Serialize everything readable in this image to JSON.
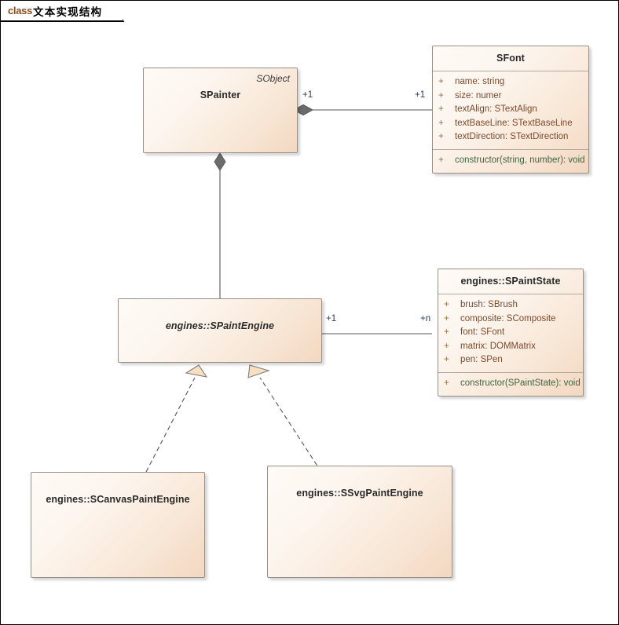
{
  "frame": {
    "label_prefix": "class",
    "label_text": "文本实现结构"
  },
  "colors": {
    "box_fill_light": "#fefaf6",
    "box_fill_dark": "#f2d8c0",
    "box_border": "#9a8f86",
    "attribute_text": "#7d4a2e",
    "operation_text": "#3f6340",
    "visibility_text": "#9b6b3d",
    "connector_line": "#555555",
    "triangle_fill": "#f7dfc0",
    "multiplicity_text": "#2b3a55",
    "tab_prefix_text": "#8a4b1e"
  },
  "classes": {
    "spainter": {
      "name": "SPainter",
      "stereotype": "SObject",
      "abstract": false
    },
    "sfont": {
      "name": "SFont",
      "abstract": false,
      "attributes": [
        {
          "visibility": "+",
          "text": "name: string"
        },
        {
          "visibility": "+",
          "text": "size: numer"
        },
        {
          "visibility": "+",
          "text": "textAlign: STextAlign"
        },
        {
          "visibility": "+",
          "text": "textBaseLine: STextBaseLine"
        },
        {
          "visibility": "+",
          "text": "textDirection: STextDirection"
        }
      ],
      "operations": [
        {
          "visibility": "+",
          "text": "constructor(string, number): void"
        }
      ]
    },
    "spaintengine": {
      "name": "engines::SPaintEngine",
      "abstract": true
    },
    "spaintstate": {
      "name": "engines::SPaintState",
      "abstract": false,
      "attributes": [
        {
          "visibility": "+",
          "text": "brush: SBrush"
        },
        {
          "visibility": "+",
          "text": "composite: SComposite"
        },
        {
          "visibility": "+",
          "text": "font: SFont"
        },
        {
          "visibility": "+",
          "text": "matrix: DOMMatrix"
        },
        {
          "visibility": "+",
          "text": "pen: SPen"
        }
      ],
      "operations": [
        {
          "visibility": "+",
          "text": "constructor(SPaintState): void"
        }
      ]
    },
    "scanvaspaintengine": {
      "name": "engines::SCanvasPaintEngine",
      "abstract": false
    },
    "ssvgpaintengine": {
      "name": "engines::SSvgPaintEngine",
      "abstract": false
    }
  },
  "relationships": [
    {
      "kind": "composition",
      "from": "spainter",
      "to": "sfont",
      "source_multiplicity": "+1",
      "target_multiplicity": "+1"
    },
    {
      "kind": "composition",
      "from": "spainter",
      "to": "spaintengine",
      "source_multiplicity": "",
      "target_multiplicity": ""
    },
    {
      "kind": "association",
      "from": "spaintengine",
      "to": "spaintstate",
      "source_multiplicity": "+1",
      "target_multiplicity": "+n"
    },
    {
      "kind": "realization",
      "from": "scanvaspaintengine",
      "to": "spaintengine",
      "source_multiplicity": "",
      "target_multiplicity": ""
    },
    {
      "kind": "realization",
      "from": "ssvgpaintengine",
      "to": "spaintengine",
      "source_multiplicity": "",
      "target_multiplicity": ""
    }
  ],
  "multiplicity_labels": {
    "painter_font_source": "+1",
    "painter_font_target": "+1",
    "engine_state_source": "+1",
    "engine_state_target": "+n"
  }
}
